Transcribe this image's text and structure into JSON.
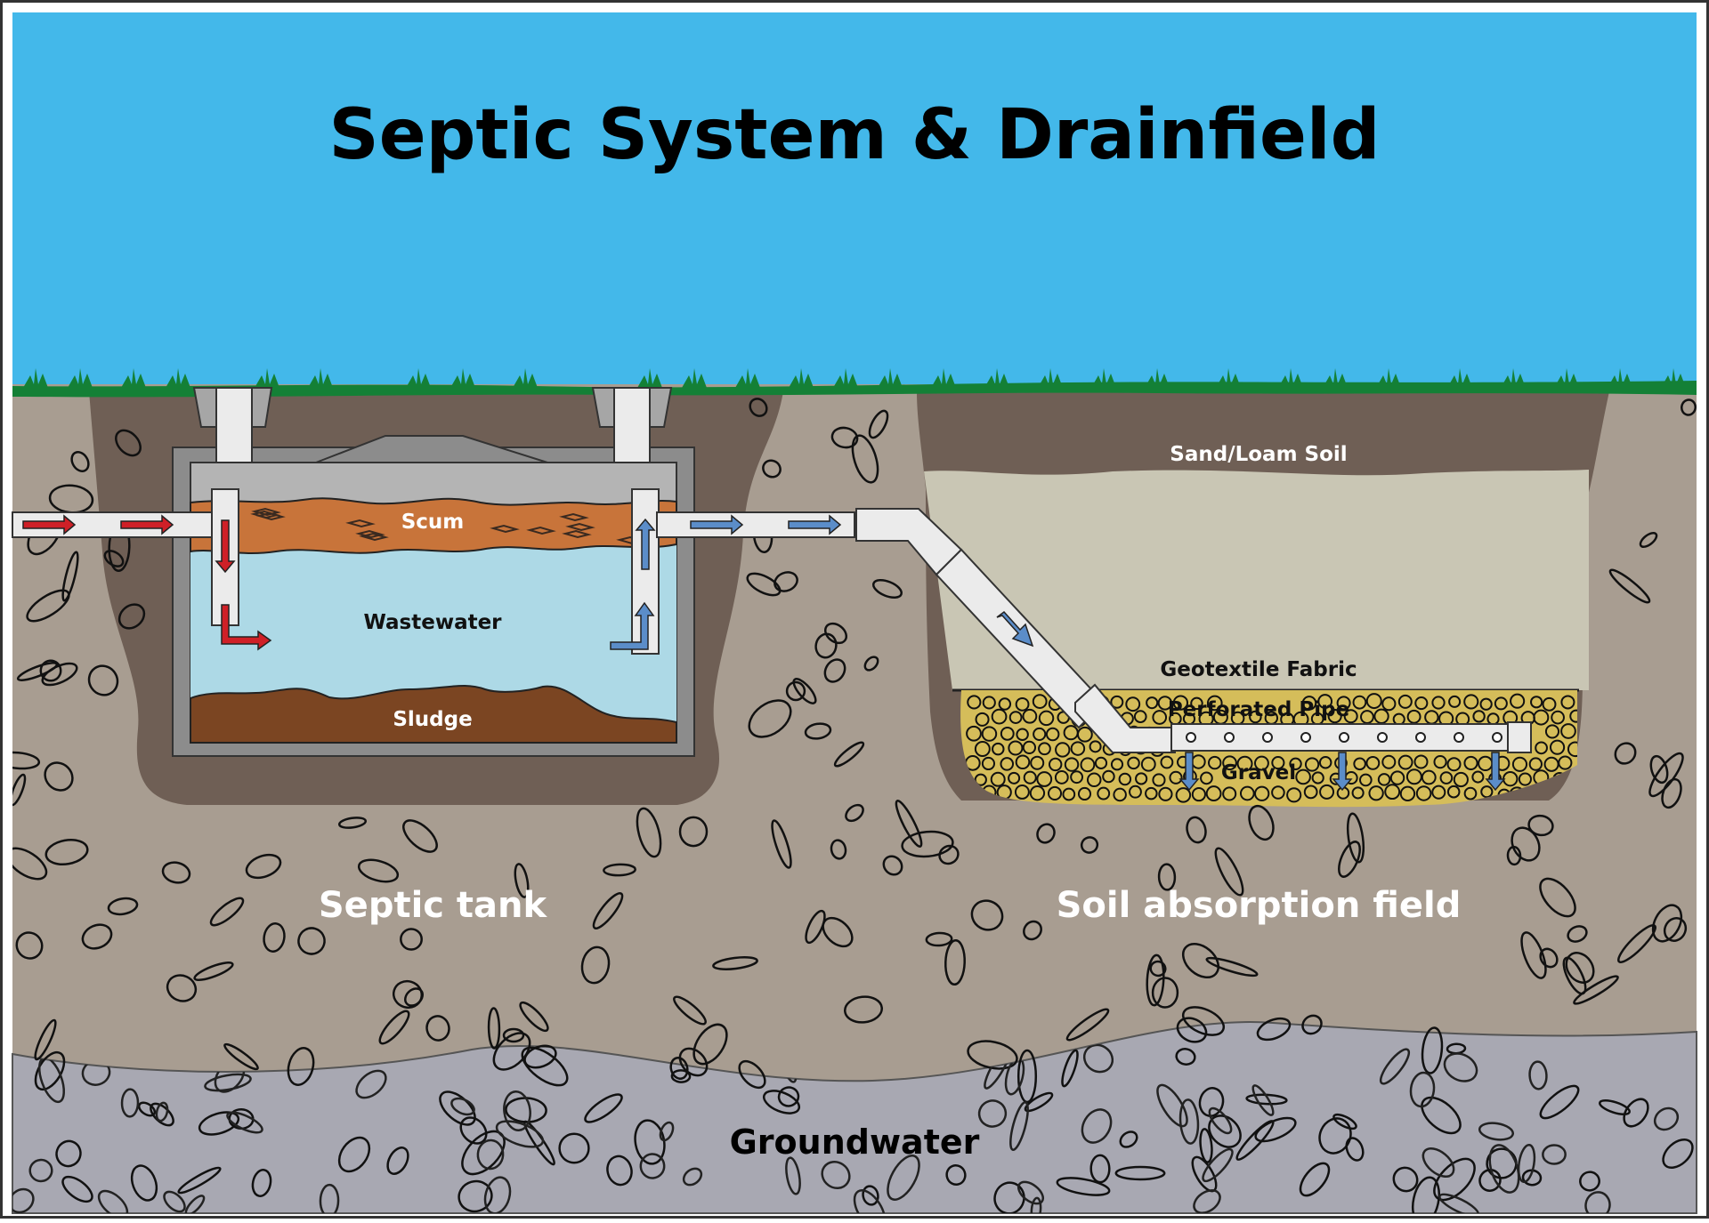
{
  "title": "Septic System & Drainfield",
  "labels": {
    "scum": "Scum",
    "wastewater": "Wastewater",
    "sludge": "Sludge",
    "septic_tank": "Septic tank",
    "sand_loam": "Sand/Loam Soil",
    "geotextile": "Geotextile Fabric",
    "perforated_pipe": "Perforated Pipe",
    "gravel": "Gravel",
    "soil_absorption": "Soil absorption field",
    "groundwater": "Groundwater"
  },
  "colors": {
    "sky": "#43b8ea",
    "grass": "#148036",
    "soil": "#a89d91",
    "dark_soil": "#6f5f55",
    "scum": "#c8743a",
    "wastewater": "#add9e6",
    "sludge": "#7b4522",
    "sand": "#c9c6b4",
    "gravel": "#d5bd5a",
    "groundwater": "#a8a8b2",
    "pipe": "#ebebeb",
    "tank": "#b4b4b4",
    "inflow_arrow": "#cf2027",
    "outflow_arrow": "#5b8dc9"
  }
}
